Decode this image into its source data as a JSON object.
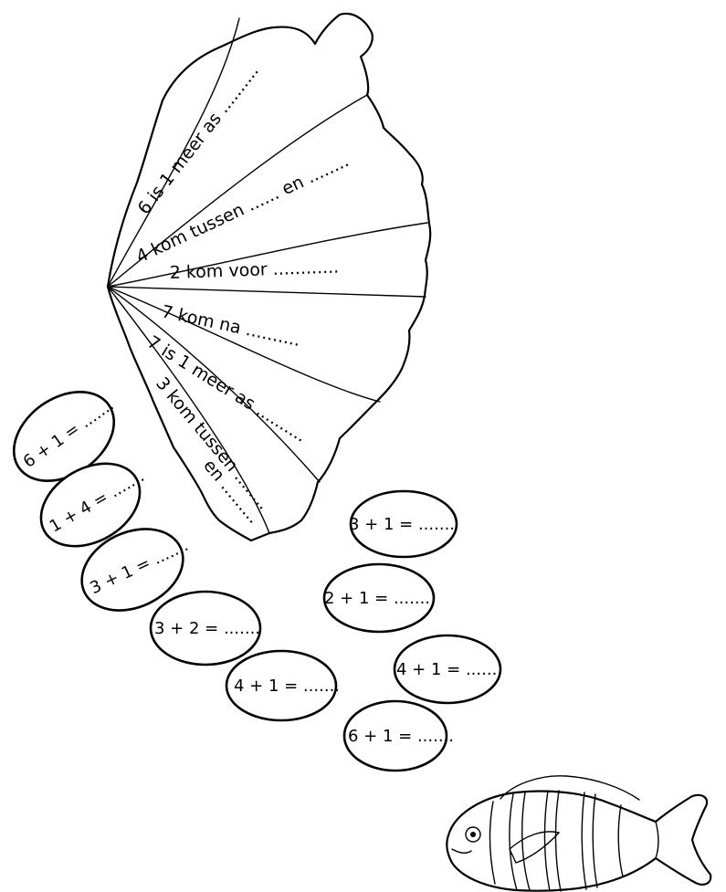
{
  "shell": {
    "rays": [
      "6 is 1 meer as ..........",
      "4 kom tussen ...... en ........",
      "2 kom voor ............",
      "7 kom na ..........",
      "7 is 1 meer as ..........",
      "3 kom tussen ........",
      "en ........."
    ]
  },
  "ovals": [
    "6 + 1 = .......",
    "1 + 4 = .......",
    "3 + 1 = .......",
    "3 + 2 = .......",
    "4 + 1 = .......",
    "3 + 1 = .......",
    "2 + 1 = .......",
    "4 + 1 = .......",
    "6 + 1 = ......."
  ],
  "fish_icon": "fish-illustration"
}
